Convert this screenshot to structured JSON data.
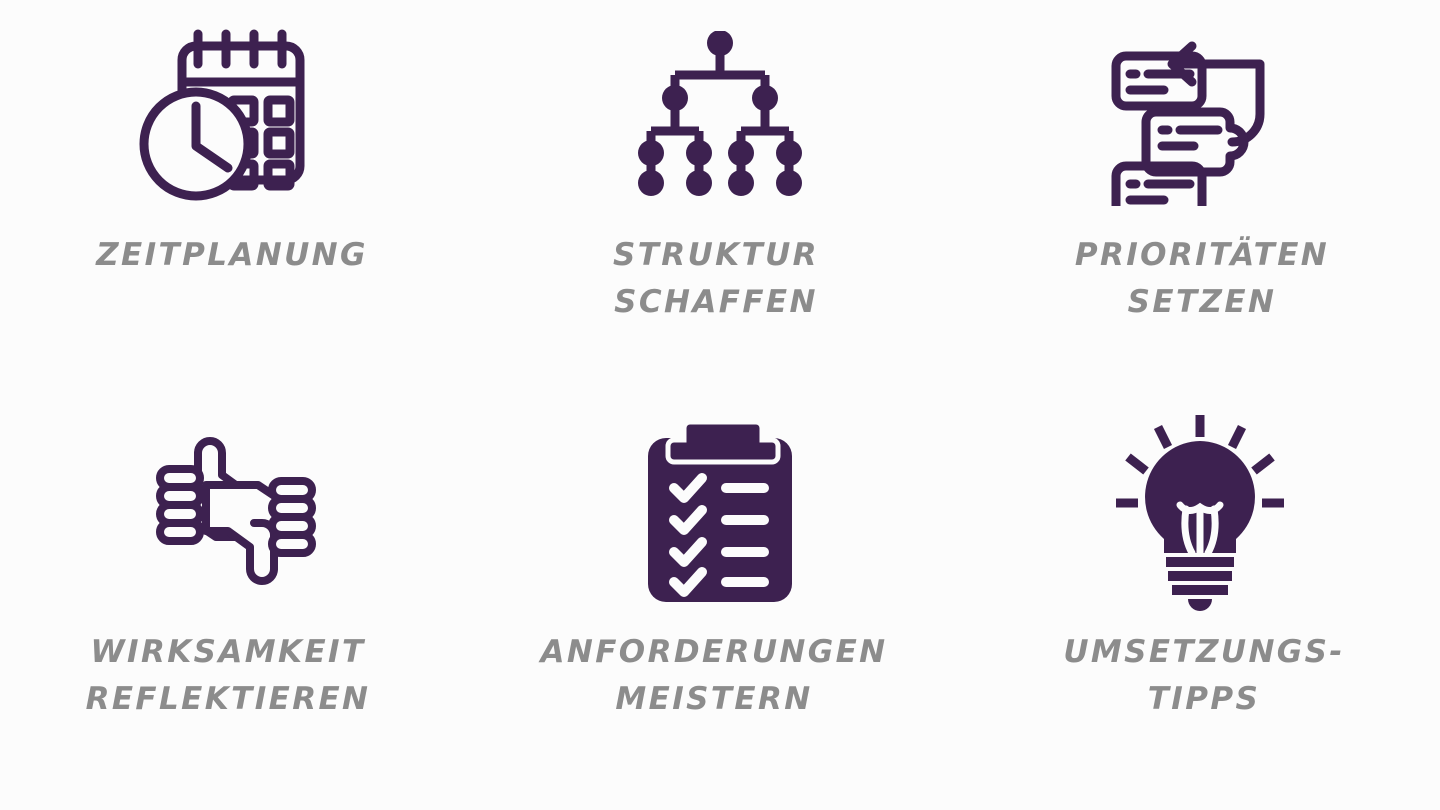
{
  "page": {
    "background_color": "#fcfcfc",
    "icon_color": "#3d2150",
    "label_color": "#8c8c8c",
    "layout": "3-column x 2-row icon grid"
  },
  "cards": [
    {
      "id": "zeitplanung",
      "icon_name": "calendar-clock-icon",
      "label": "ZEITPLANUNG"
    },
    {
      "id": "struktur-schaffen",
      "icon_name": "hierarchy-tree-icon",
      "label": "STRUKTUR\nSCHAFFEN"
    },
    {
      "id": "prioritaeten-setzen",
      "icon_name": "reorder-list-cards-icon",
      "label": "PRIORITÄTEN\nSETZEN"
    },
    {
      "id": "wirksamkeit-reflektieren",
      "icon_name": "thumbs-up-down-icon",
      "label": "WIRKSAMKEIT\nREFLEKTIEREN"
    },
    {
      "id": "anforderungen-meistern",
      "icon_name": "clipboard-checklist-icon",
      "label": "ANFORDERUNGEN\nMEISTERN"
    },
    {
      "id": "umsetzungs-tipps",
      "icon_name": "lightbulb-idea-icon",
      "label": "UMSETZUNGS-\nTIPPS"
    }
  ]
}
